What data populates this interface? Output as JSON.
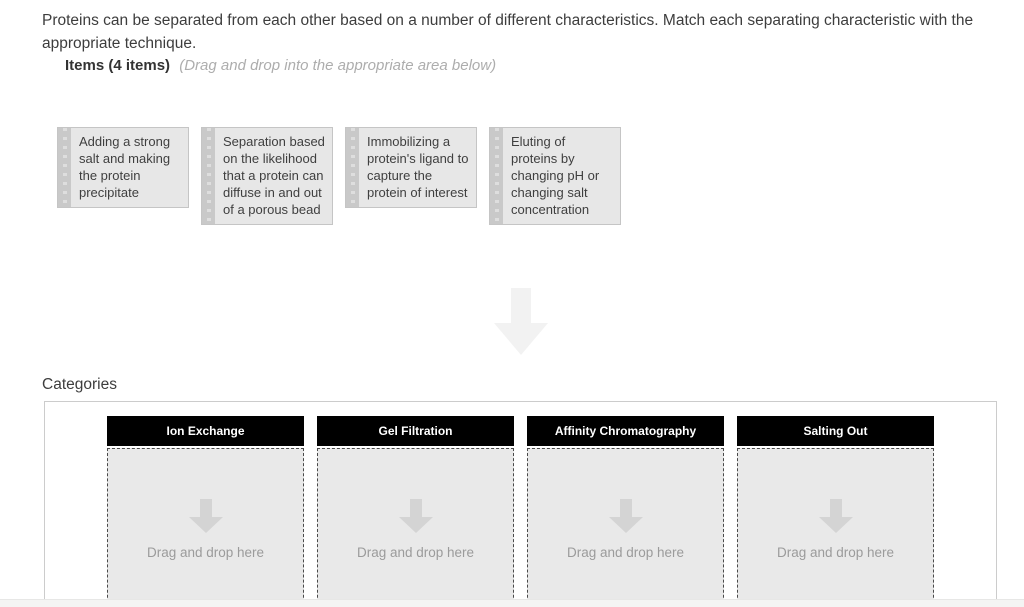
{
  "page": {
    "instructions": "Proteins can be separated from each other based on a number of different characteristics. Match each separating characteristic with the appropriate technique.",
    "items_label": "Items (4 items)",
    "items_hint": "(Drag and drop into the appropriate area below)",
    "categories_label": "Categories",
    "drop_placeholder": "Drag and drop here"
  },
  "items": [
    {
      "text": "Adding a strong salt and making the protein precipitate"
    },
    {
      "text": "Separation based on the likelihood that a protein can diffuse in and out of a porous bead"
    },
    {
      "text": "Immobilizing a protein's ligand to capture the protein of interest"
    },
    {
      "text": "Eluting of proteins by changing pH or changing salt concentration"
    }
  ],
  "categories": [
    {
      "label": "Ion Exchange"
    },
    {
      "label": "Gel Filtration"
    },
    {
      "label": "Affinity Chromatography"
    },
    {
      "label": "Salting Out"
    }
  ],
  "icons": {
    "drag_handle": "drag-handle-dots-icon",
    "transfer_arrow": "down-arrow-icon",
    "drop_arrow": "down-arrow-icon"
  },
  "colors": {
    "card_bg": "#e7e7e7",
    "card_handle": "#c9c9c9",
    "card_border": "#c5c5c5",
    "category_header_bg": "#000000",
    "category_header_text": "#ffffff",
    "dropzone_bg": "#e9e9e9",
    "dropzone_border": "#4a4a4a",
    "placeholder_text": "#9b9b9b",
    "hint_text": "#adadad",
    "big_arrow": "#f2f2f2",
    "small_arrow": "#d4d4d4"
  }
}
